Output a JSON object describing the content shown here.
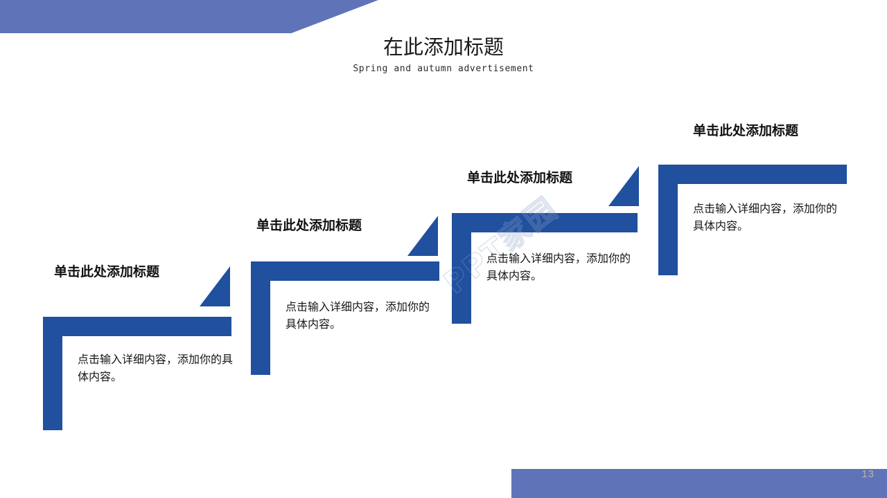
{
  "header": {
    "title": "在此添加标题",
    "subtitle": "Spring and autumn advertisement"
  },
  "footer": {
    "page_number": "13"
  },
  "watermark": {
    "text": "PPT家园"
  },
  "colors": {
    "accent_blue": "#20509e",
    "light_blue": "#5f74b8",
    "background": "#ffffff",
    "title_text": "#1a1a1a",
    "page_number": "#b9b3a5"
  },
  "steps": [
    {
      "title": "单击此处添加标题",
      "body": "点击输入详细内容，添加你的具体内容。",
      "has_triangle": true
    },
    {
      "title": "单击此处添加标题",
      "body": "点击输入详细内容，添加你的具体内容。",
      "has_triangle": true
    },
    {
      "title": "单击此处添加标题",
      "body": "点击输入详细内容，添加你的具体内容。",
      "has_triangle": true
    },
    {
      "title": "单击此处添加标题",
      "body": "点击输入详细内容，添加你的具体内容。",
      "has_triangle": false
    }
  ]
}
